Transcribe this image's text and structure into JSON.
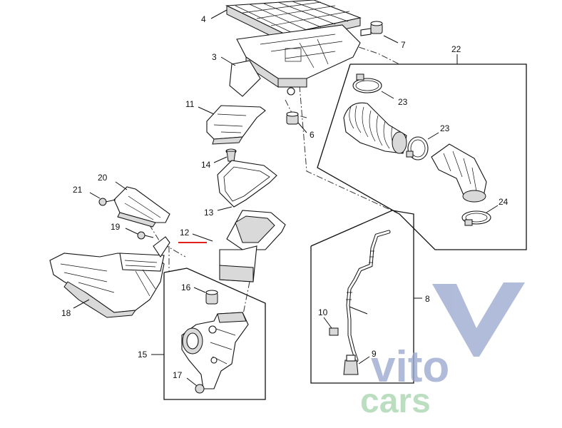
{
  "callouts": {
    "n4": "4",
    "n7": "7",
    "n3": "3",
    "n22": "22",
    "n23a": "23",
    "n23b": "23",
    "n11": "11",
    "n6": "6",
    "n14": "14",
    "n20": "20",
    "n21": "21",
    "n13": "13",
    "n24": "24",
    "n19": "19",
    "n12": "12",
    "n18": "18",
    "n16": "16",
    "n8": "8",
    "n10": "10",
    "n15": "15",
    "n9": "9",
    "n17": "17"
  },
  "watermark": {
    "line1": "vito",
    "line2": "cars"
  },
  "colors": {
    "highlight": "#e0201c",
    "watermark_blue": "#9aa9d0",
    "watermark_green": "#a9d6b0",
    "ink": "#111111"
  }
}
